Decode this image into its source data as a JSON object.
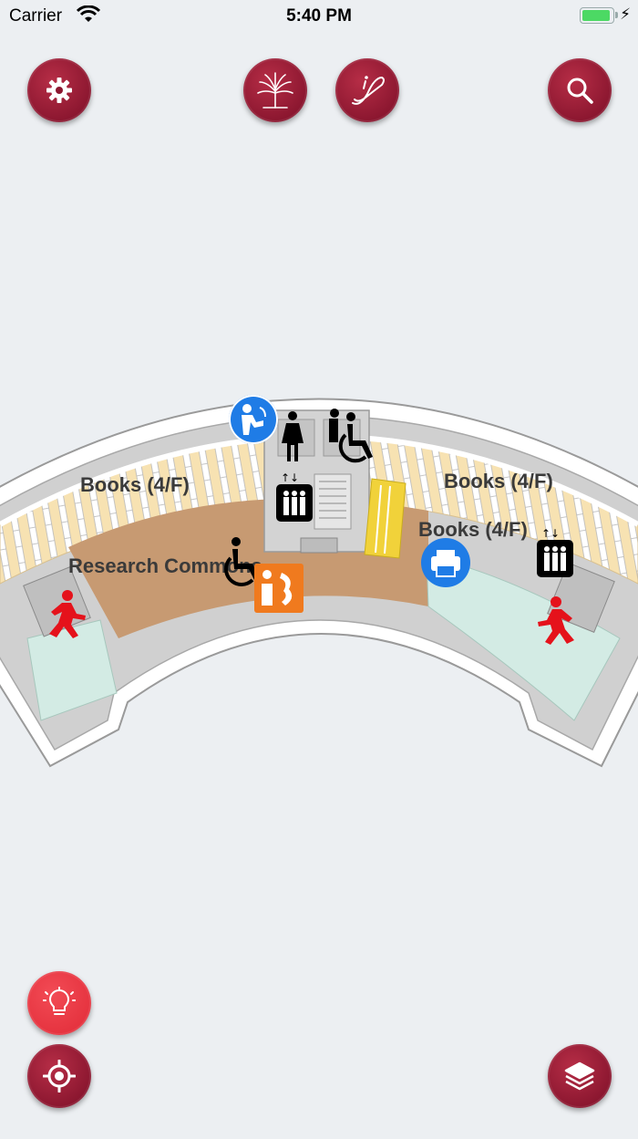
{
  "status_bar": {
    "carrier": "Carrier",
    "time": "5:40 PM",
    "battery_color": "#4cd964"
  },
  "toolbar": {
    "settings": {
      "icon": "gear-icon"
    },
    "library_logo": {
      "icon": "tree-logo-icon"
    },
    "info": {
      "icon": "info-script-icon"
    },
    "search": {
      "icon": "search-icon"
    }
  },
  "floor_map": {
    "labels": {
      "books_left": "Books (4/F)",
      "books_right": "Books (4/F)",
      "books_center_right": "Books (4/F)",
      "research_commons": "Research Commons"
    },
    "colors": {
      "books_area": "#f7e2b2",
      "commons_area": "#c79a72",
      "aqua_area": "#d3ebe4",
      "wall": "#bfbfbf",
      "accent": "#8c1730"
    }
  },
  "bottom_controls": {
    "hint": {
      "icon": "lightbulb-icon"
    },
    "locate": {
      "icon": "locate-target-icon"
    },
    "layers": {
      "icon": "layers-icon"
    }
  }
}
